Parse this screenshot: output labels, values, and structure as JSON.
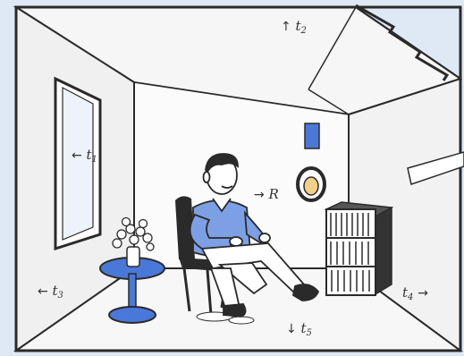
{
  "labels": {
    "t1": {
      "arrow": "←",
      "symbol": "t",
      "sub": "1"
    },
    "t2": {
      "arrow": "↑",
      "symbol": "t",
      "sub": "2"
    },
    "t3": {
      "arrow": "←",
      "symbol": "t",
      "sub": "3"
    },
    "t4": {
      "arrow": "→",
      "symbol": "t",
      "sub": "4"
    },
    "t5": {
      "arrow": "↓",
      "symbol": "t",
      "sub": "5"
    },
    "R": {
      "arrow": "→",
      "symbol": "R"
    }
  },
  "colors": {
    "accent_blue": "#4a78d8",
    "ink": "#2a2a2a",
    "sky": "#dbe7f7",
    "wall_light": "#f3f3f3"
  }
}
